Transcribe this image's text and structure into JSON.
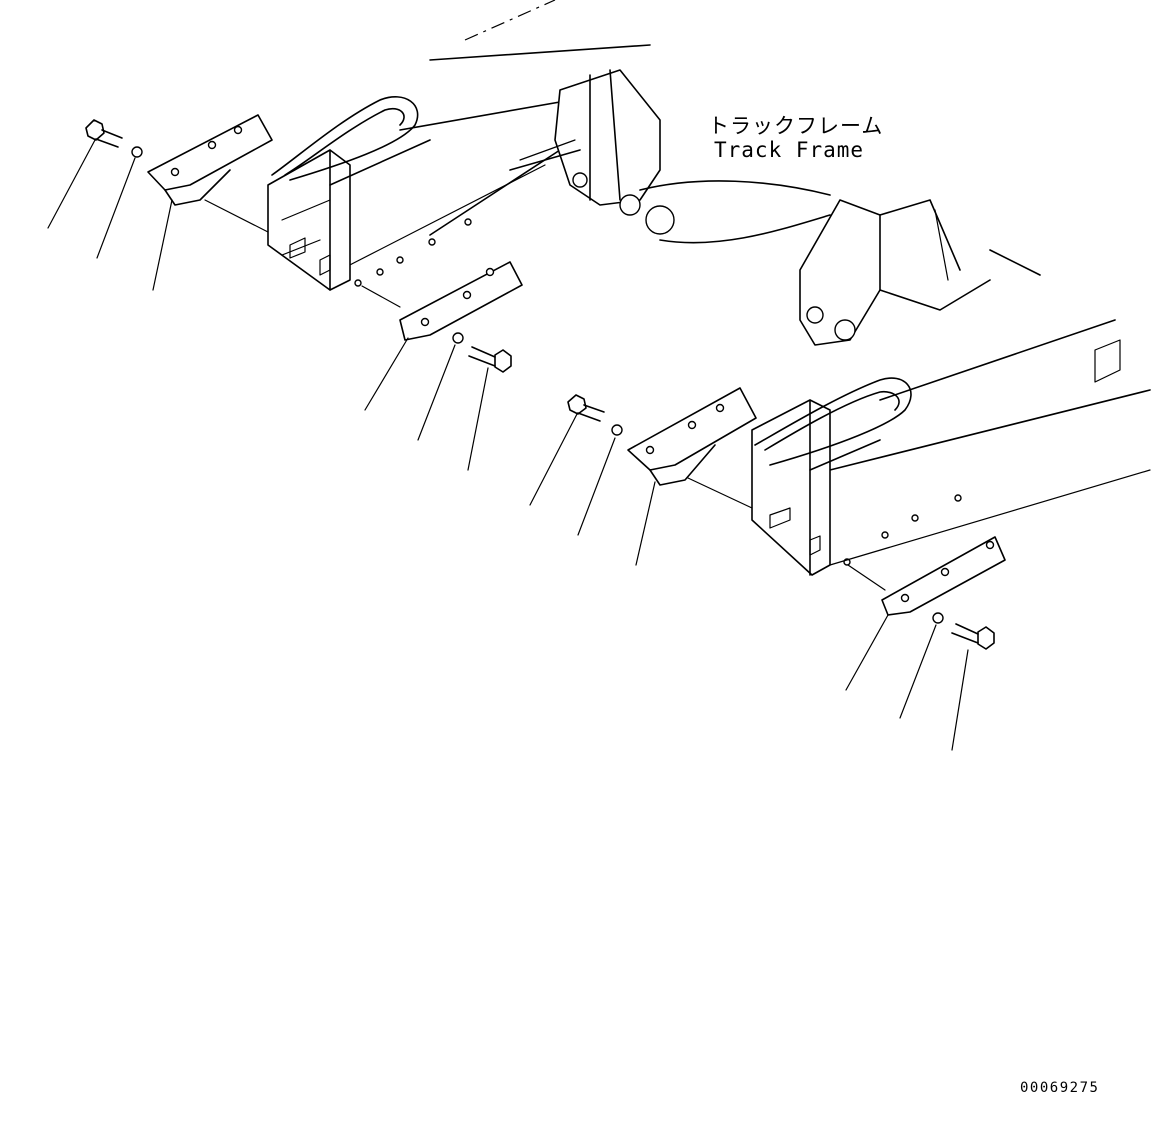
{
  "label": {
    "name_jp": "トラックフレーム",
    "name_en": "Track Frame"
  },
  "figure_number": "00069275",
  "colors": {
    "line": "#000000",
    "background": "#ffffff"
  }
}
